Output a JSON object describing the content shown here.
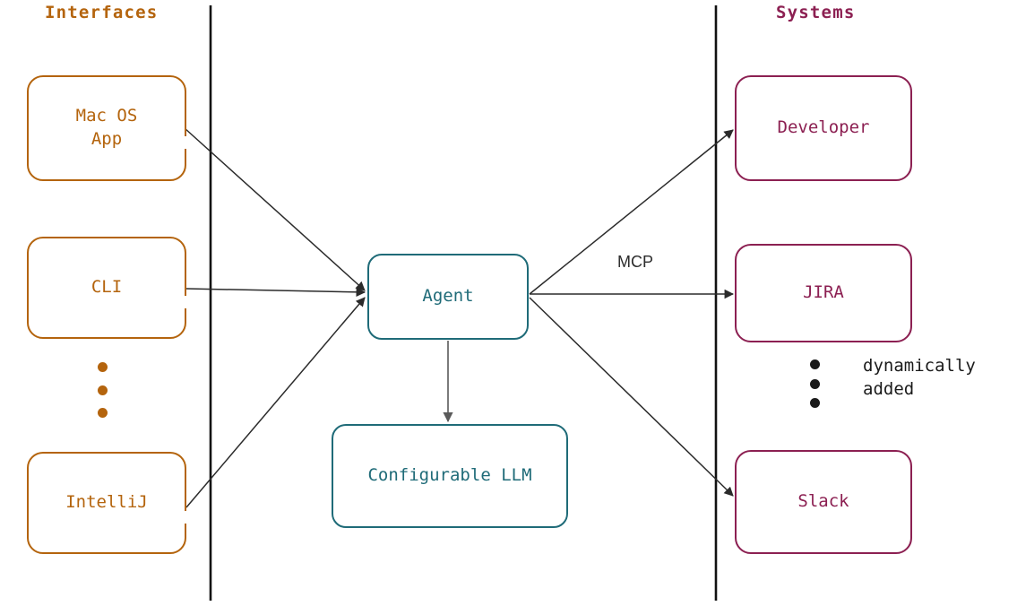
{
  "diagram": {
    "title_left": "Interfaces",
    "title_right": "Systems",
    "colors": {
      "interfaces": "#b4640d",
      "systems": "#8c2052",
      "core": "#1f6b78",
      "edge": "#333333",
      "divider": "#111111",
      "background": "#ffffff"
    },
    "nodes": {
      "macos": "Mac OS\nApp",
      "cli": "CLI",
      "intellij": "IntelliJ",
      "agent": "Agent",
      "llm": "Configurable LLM",
      "developer": "Developer",
      "jira": "JIRA",
      "slack": "Slack"
    },
    "edge_labels": {
      "mcp": "MCP"
    },
    "annotations": {
      "dynamic": "dynamically\nadded"
    },
    "ellipsis": {
      "interfaces_dots": 3,
      "systems_dots": 3
    }
  }
}
